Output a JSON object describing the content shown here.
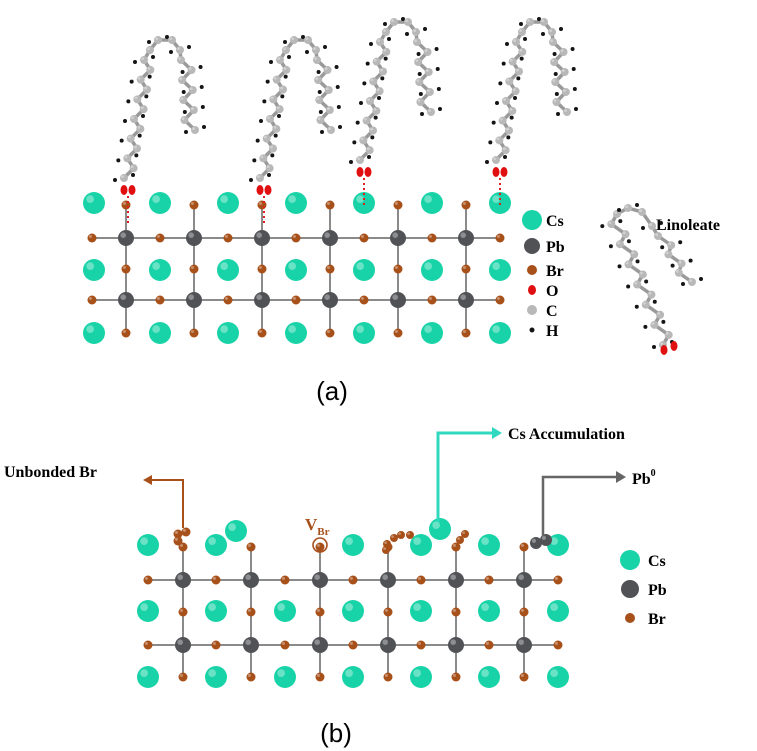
{
  "colors": {
    "cs": "#19d3a8",
    "pb": "#505256",
    "br": "#a8501a",
    "o": "#e01010",
    "c": "#b8b8b8",
    "h": "#151515",
    "bond": "#8a8a8a",
    "dash": "#e02020",
    "cs_arrow": "#2fd8be",
    "br_arrow": "#a8501a",
    "pb_arrow": "#666666"
  },
  "panel_a": {
    "caption": "(a)",
    "legend": {
      "cs": "Cs",
      "pb": "Pb",
      "br": "Br",
      "o": "O",
      "c": "C",
      "h": "H"
    },
    "molecule_label": "Linoleate"
  },
  "panel_b": {
    "caption": "(b)",
    "legend": {
      "cs": "Cs",
      "pb": "Pb",
      "br": "Br"
    },
    "annotations": {
      "unbonded_br": "Unbonded Br",
      "vacancy_main": "V",
      "vacancy_sub": "Br",
      "cs_accumulation": "Cs Accumulation",
      "pb_main": "Pb",
      "pb_sup": "0"
    }
  }
}
